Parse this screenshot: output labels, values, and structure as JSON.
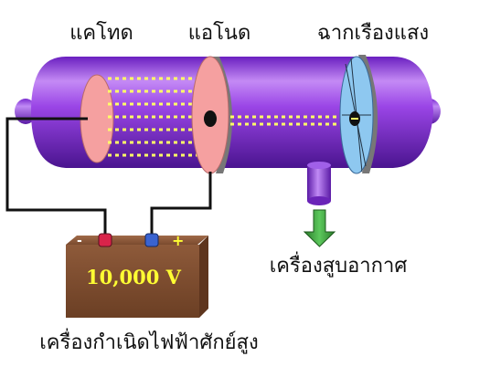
{
  "labels": {
    "cathode": "แคโทด",
    "anode": "แอโนด",
    "screen": "ฉากเรืองแสง",
    "vacuum_pump": "เครื่องสูบอากาศ",
    "power_supply": "เครื่องกำเนิดไฟฟ้าศักย์สูง"
  },
  "power_supply": {
    "voltage": "10,000 V",
    "negative_sign": "-",
    "positive_sign": "+"
  },
  "colors": {
    "tube": "#8a2ee0",
    "tube_highlight": "#c98cff",
    "cathode": "#f5a0a0",
    "anode": "#f5a0a0",
    "screen": "#8ec8f0",
    "beam": "#ffff66",
    "pump_arrow": "#2e8b2e",
    "battery": "#8b5a3c",
    "voltage_text": "#ffff33"
  }
}
